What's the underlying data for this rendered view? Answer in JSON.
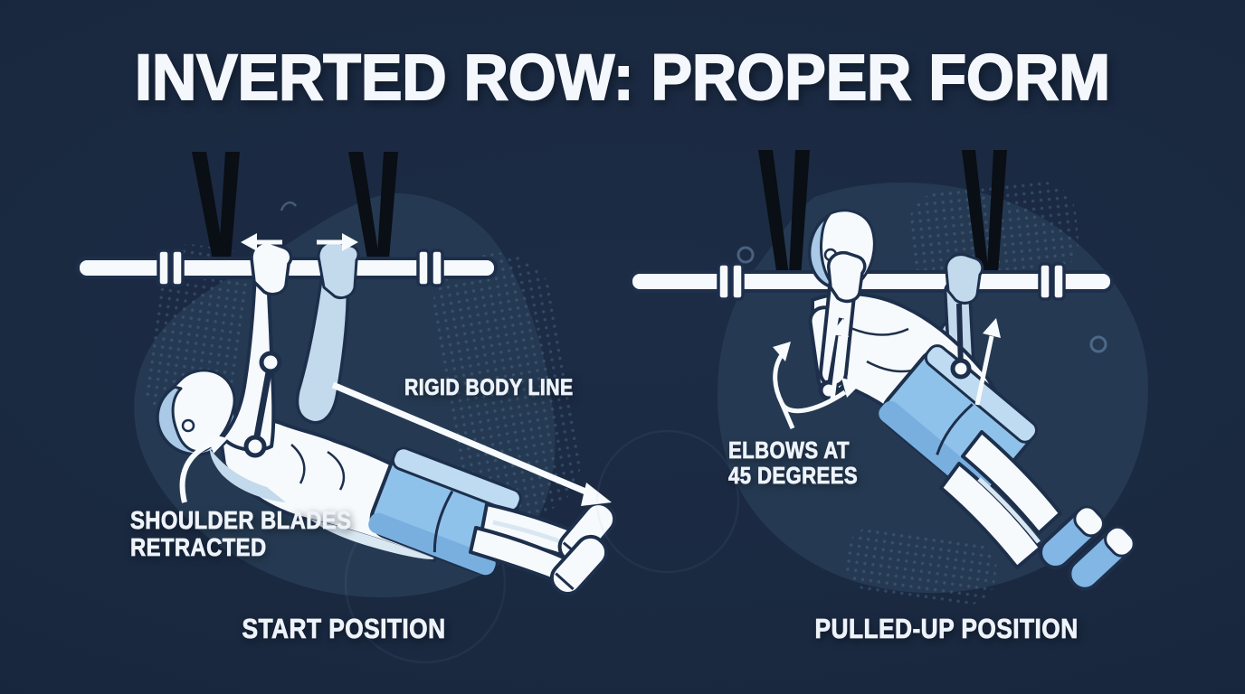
{
  "page": {
    "title": "INVERTED ROW: PROPER FORM",
    "colors": {
      "background": "#1a2940",
      "blob": "#253a52",
      "dots": "#4e6b8f",
      "outline": "#1d2f4b",
      "strap": "#0a0e15",
      "bar": "#f6fafd",
      "skin": "#f6fafd",
      "skin_shade": "#c3d9ec",
      "hair": "#a9c9e6",
      "shorts": "#8fc2ea",
      "shorts_waistband": "#bedbf2",
      "shoes_sole": "#82b6e4",
      "arrow": "#f8fbfe",
      "text": "#eef3f9"
    }
  },
  "panels": [
    {
      "name": "start-position",
      "caption": "START POSITION",
      "labels": {
        "shoulder_blades_line1": "SHOULDER BLADES",
        "shoulder_blades_line2": "RETRACTED",
        "rigid_body_line": "RIGID BODY LINE"
      }
    },
    {
      "name": "pulled-up-position",
      "caption": "PULLED-UP POSITION",
      "labels": {
        "elbows_line1": "ELBOWS AT",
        "elbows_line2": "45 DEGREES"
      }
    }
  ]
}
